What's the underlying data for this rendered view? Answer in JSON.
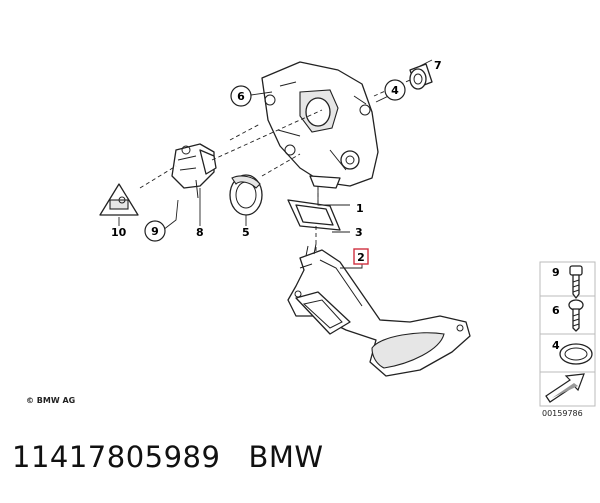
{
  "callouts": {
    "c1": "1",
    "c2": "2",
    "c3": "3",
    "c4": "4",
    "c5": "5",
    "c6": "6",
    "c7": "7",
    "c8": "8",
    "c9": "9",
    "c10": "10"
  },
  "legend": {
    "items": [
      {
        "num": "9",
        "part": "bolt"
      },
      {
        "num": "6",
        "part": "bolt-short"
      },
      {
        "num": "4",
        "part": "ring"
      }
    ]
  },
  "copyright": "© BMW AG",
  "doc_number": "00159786",
  "caption": {
    "part_number": "11417805989",
    "brand": "BMW"
  },
  "colors": {
    "highlight_box": "#d03040",
    "line": "#222222"
  }
}
